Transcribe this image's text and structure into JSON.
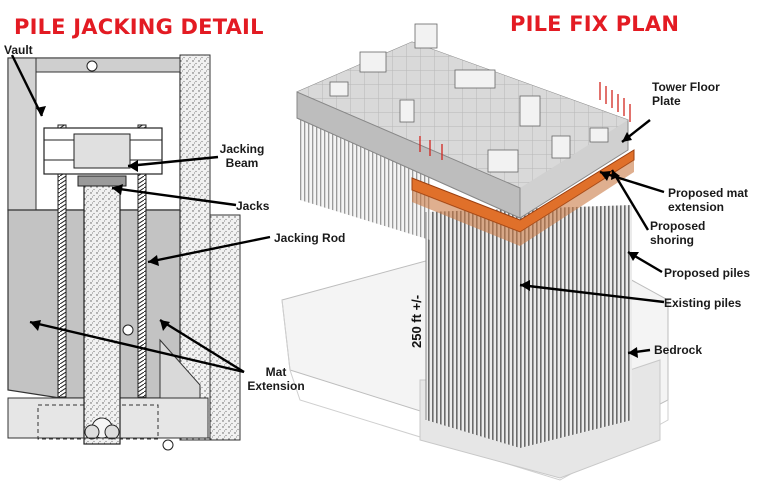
{
  "left": {
    "title": "PILE JACKING DETAIL",
    "labels": {
      "vault": "Vault",
      "jacking_beam_l1": "Jacking",
      "jacking_beam_l2": "Beam",
      "jacks": "Jacks",
      "jacking_rod": "Jacking Rod",
      "mat_extension_l1": "Mat",
      "mat_extension_l2": "Extension"
    }
  },
  "right": {
    "title": "PILE FIX PLAN",
    "labels": {
      "tower_floor_plate_l1": "Tower Floor",
      "tower_floor_plate_l2": "Plate",
      "proposed_mat_extension_l1": "Proposed mat",
      "proposed_mat_extension_l2": "extension",
      "proposed_shoring_l1": "Proposed",
      "proposed_shoring_l2": "shoring",
      "proposed_piles": "Proposed piles",
      "existing_piles": "Existing piles",
      "bedrock": "Bedrock",
      "depth": "250 ft +/-"
    }
  },
  "colors": {
    "title": "#e31b23",
    "shoring": "#e0702a",
    "concrete": "#c9c9c9"
  }
}
